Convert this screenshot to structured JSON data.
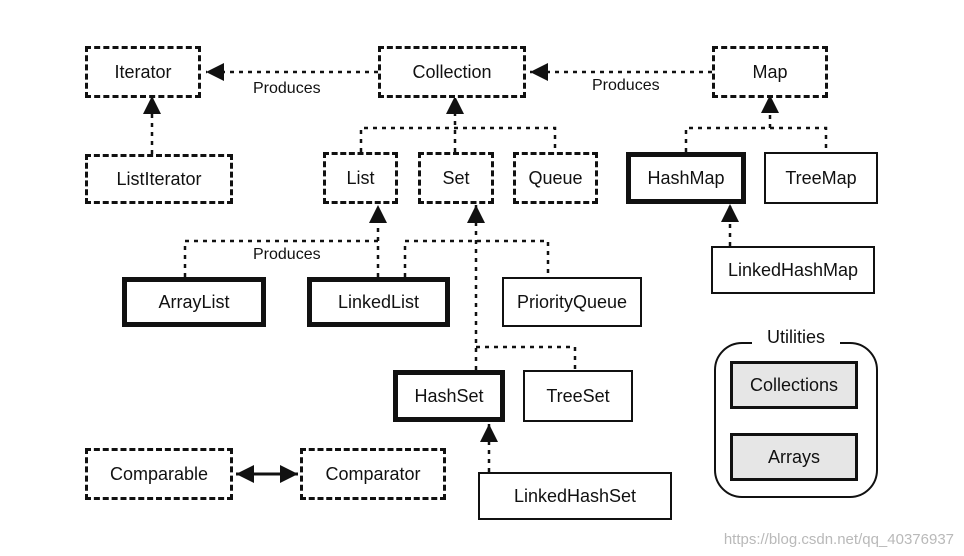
{
  "nodes": {
    "iterator": "Iterator",
    "collection": "Collection",
    "map": "Map",
    "list_iterator": "ListIterator",
    "list": "List",
    "set": "Set",
    "queue": "Queue",
    "hash_map": "HashMap",
    "tree_map": "TreeMap",
    "linked_hash_map": "LinkedHashMap",
    "array_list": "ArrayList",
    "linked_list": "LinkedList",
    "priority_queue": "PriorityQueue",
    "hash_set": "HashSet",
    "tree_set": "TreeSet",
    "linked_hash_set": "LinkedHashSet",
    "comparable": "Comparable",
    "comparator": "Comparator"
  },
  "labels": {
    "produces_collection": "Produces",
    "produces_map": "Produces",
    "produces_list": "Produces"
  },
  "utilities": {
    "title": "Utilities",
    "collections": "Collections",
    "arrays": "Arrays"
  },
  "watermark": "https://blog.csdn.net/qq_40376937"
}
